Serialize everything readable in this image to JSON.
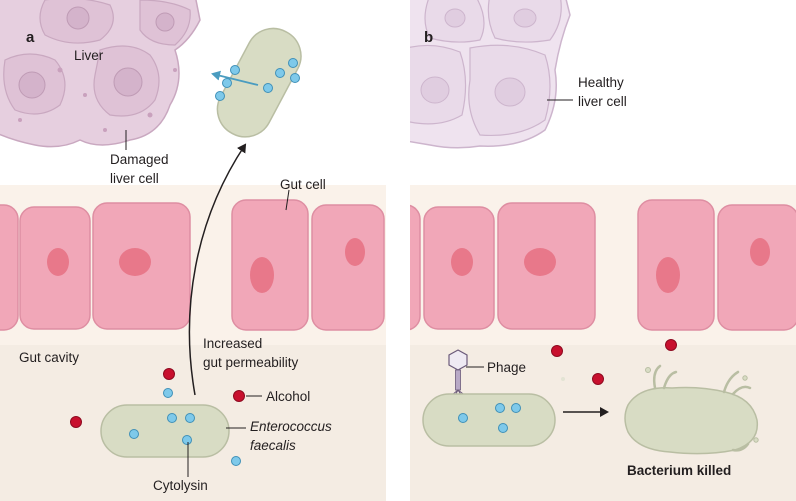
{
  "panels": {
    "a": {
      "label": "a",
      "liver": "Liver",
      "damaged": [
        "Damaged",
        "liver cell"
      ],
      "gut_cell": "Gut cell",
      "gut_cavity": "Gut cavity",
      "permeability": [
        "Increased",
        "gut permeability"
      ],
      "alcohol": "Alcohol",
      "bacterium": [
        "Enterococcus",
        "faecalis"
      ],
      "cytolysin": "Cytolysin"
    },
    "b": {
      "label": "b",
      "healthy": [
        "Healthy",
        "liver cell"
      ],
      "phage": "Phage",
      "killed": "Bacterium killed"
    }
  },
  "colors": {
    "liver_damaged": "#e6cfdf",
    "liver_healthy": "#efe3ef",
    "gut_cell": "#f1a7b8",
    "gut_nucleus": "#e8788a",
    "bacterium": "#d8dcc4",
    "cytolysin": "#7ec9ea",
    "alcohol": "#c8102e",
    "arrow": "#231f20"
  }
}
